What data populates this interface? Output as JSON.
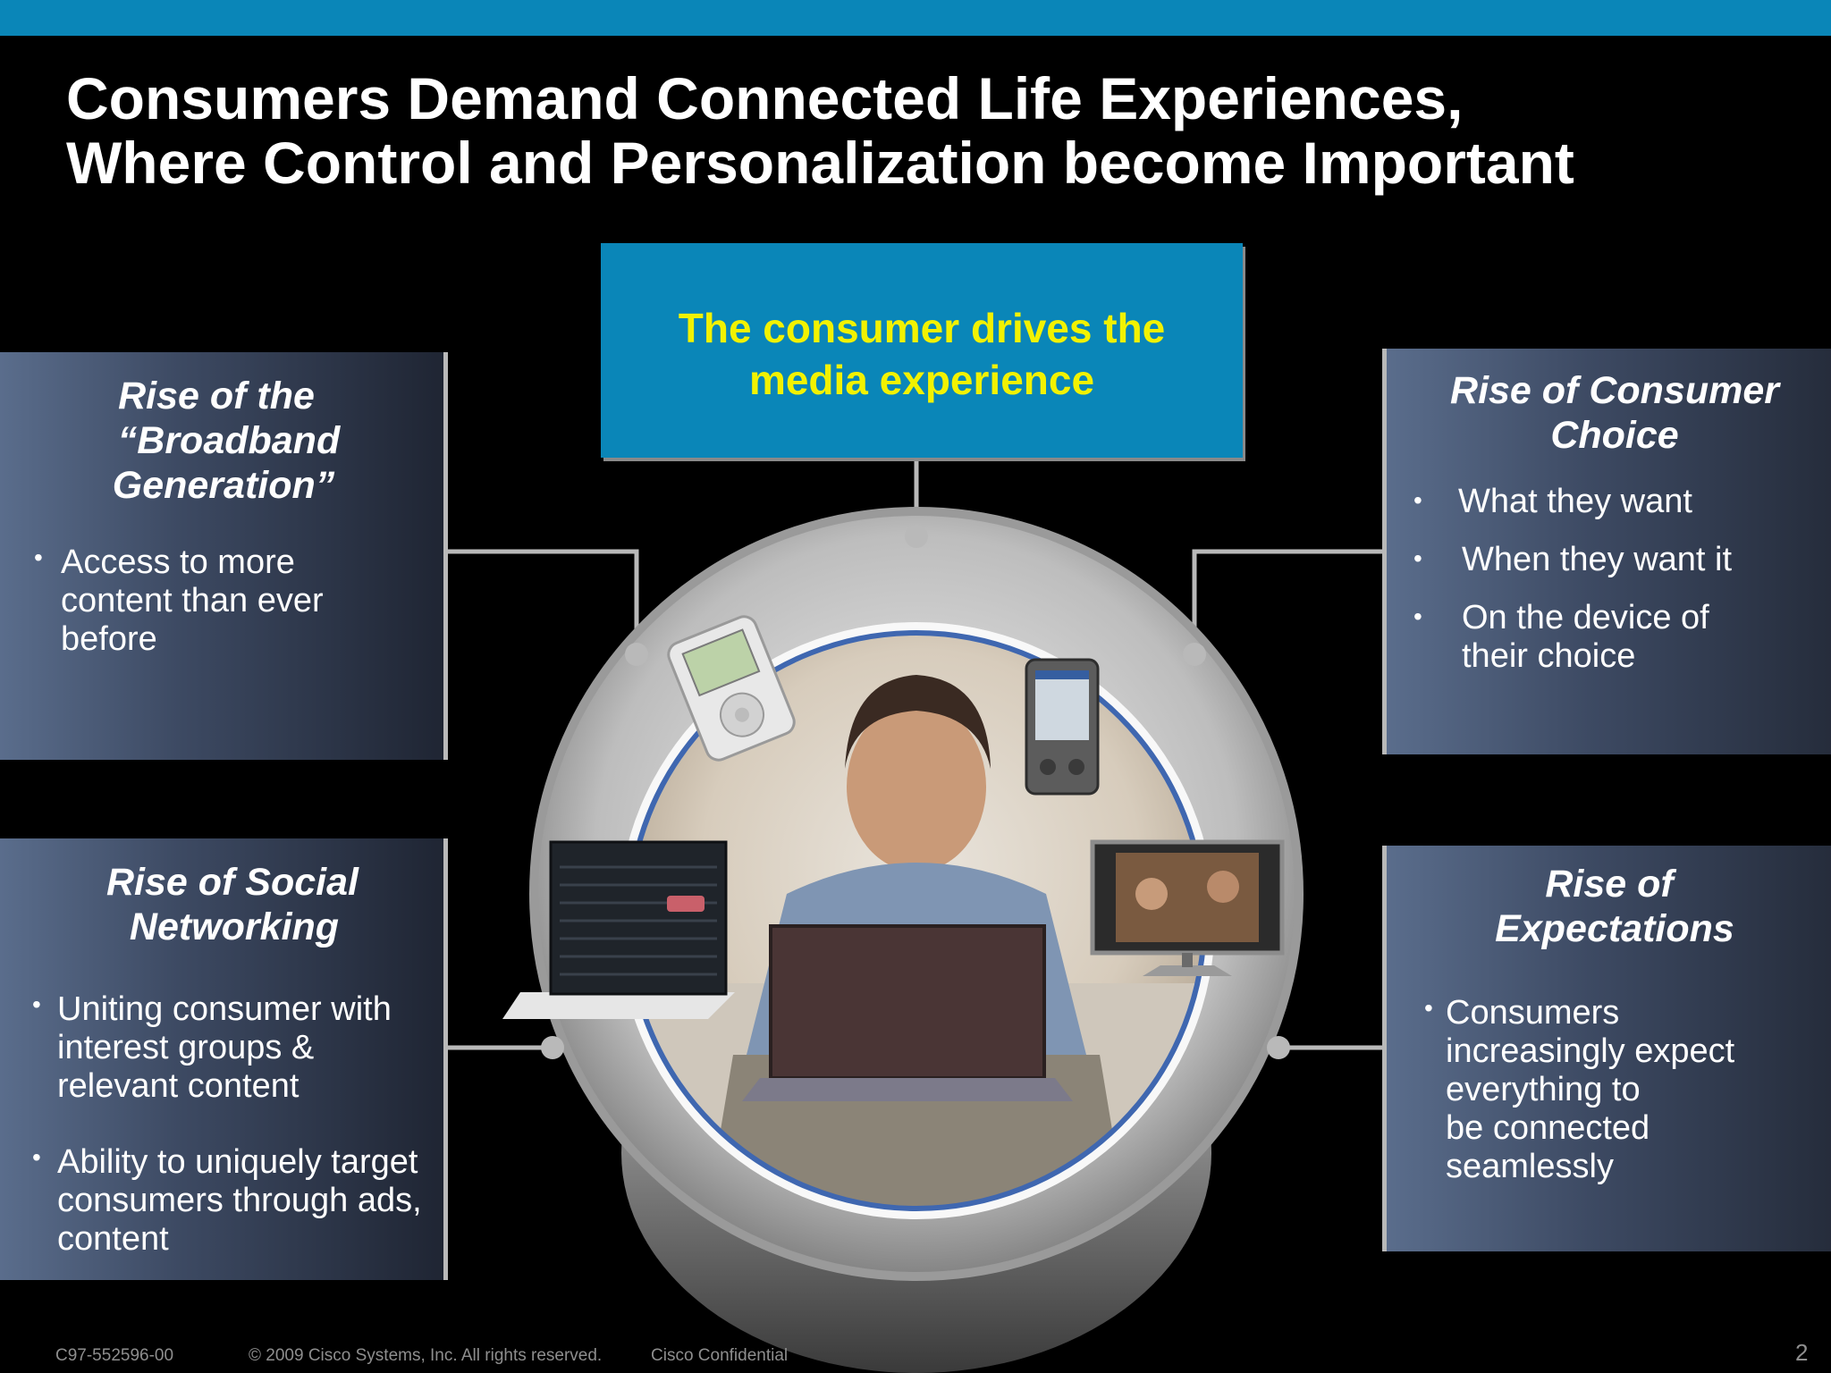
{
  "title": {
    "line1": "Consumers Demand Connected Life Experiences,",
    "line2": "Where Control and Personalization become Important"
  },
  "center_box": {
    "line1": "The consumer drives the",
    "line2": "media experience"
  },
  "panels": {
    "broadband": {
      "title_line1": "Rise of the",
      "title_line2": "“Broadband",
      "title_line3": "Generation”",
      "bullets": [
        {
          "line1": "Access to more",
          "line2": "content than ever",
          "line3": "before"
        }
      ]
    },
    "choice": {
      "title_line1": "Rise of Consumer",
      "title_line2": "Choice",
      "bullets": [
        {
          "line1": "What they want"
        },
        {
          "line1": "When they want it"
        },
        {
          "line1": "On the device of",
          "line2": "their choice"
        }
      ]
    },
    "social": {
      "title_line1": "Rise of Social",
      "title_line2": "Networking",
      "bullets": [
        {
          "line1": "Uniting consumer with",
          "line2": "interest groups &",
          "line3": "relevant content"
        },
        {
          "line1": "Ability to uniquely target",
          "line2": "consumers through ads,",
          "line3": "content"
        }
      ]
    },
    "expectations": {
      "title_line1": "Rise of",
      "title_line2": "Expectations",
      "bullets": [
        {
          "line1": "Consumers",
          "line2": "increasingly expect",
          "line3": "everything to",
          "line4": "be connected",
          "line5": "seamlessly"
        }
      ]
    }
  },
  "bullet_glyph": "•",
  "footer": {
    "code": "C97-552596-00",
    "copyright": "© 2009 Cisco Systems, Inc. All rights reserved.",
    "confidential": "Cisco Confidential",
    "page": "2"
  },
  "colors": {
    "brand_blue": "#0a86b8",
    "highlight_yellow": "#f2f200",
    "panel_blue": "#4a5a78",
    "connector_gray": "#b9b9b9"
  }
}
